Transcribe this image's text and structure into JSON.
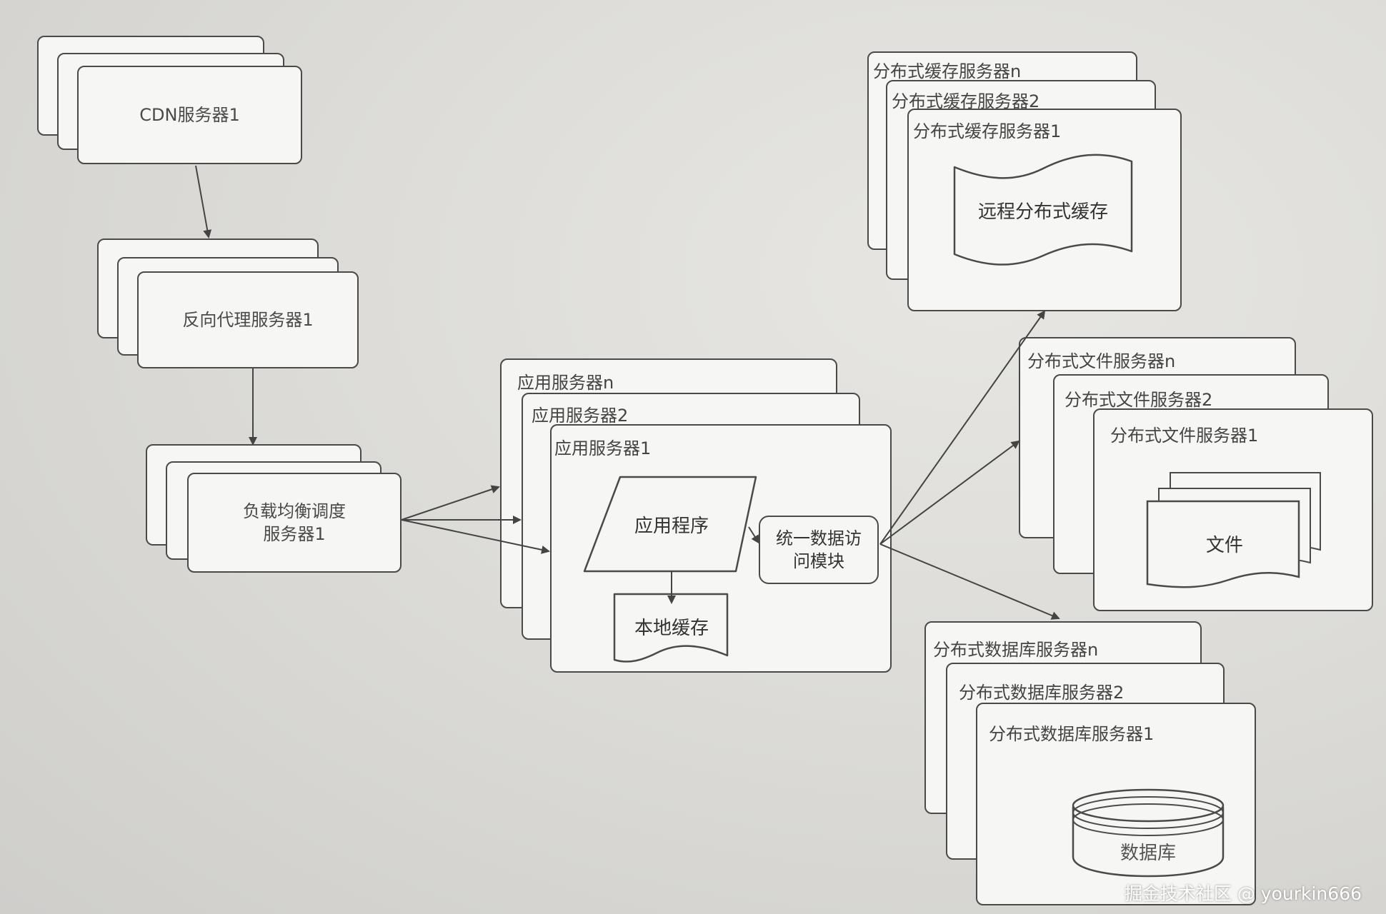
{
  "cdn": {
    "label": "CDN服务器1"
  },
  "reverse_proxy": {
    "label": "反向代理服务器1"
  },
  "load_balancer": {
    "line1": "负载均衡调度",
    "line2": "服务器1"
  },
  "app_servers": {
    "back": "应用服务器n",
    "middle": "应用服务器2",
    "front": "应用服务器1",
    "program": "应用程序",
    "local_cache": "本地缓存",
    "data_access_line1": "统一数据访",
    "data_access_line2": "问模块"
  },
  "cache_servers": {
    "back": "分布式缓存服务器n",
    "middle": "分布式缓存服务器2",
    "front": "分布式缓存服务器1",
    "content": "远程分布式缓存"
  },
  "file_servers": {
    "back": "分布式文件服务器n",
    "middle": "分布式文件服务器2",
    "front": "分布式文件服务器1",
    "content": "文件"
  },
  "db_servers": {
    "back": "分布式数据库服务器n",
    "middle": "分布式数据库服务器2",
    "front": "分布式数据库服务器1",
    "content": "数据库"
  },
  "watermark": "掘金技术社区 @ yourkin666"
}
